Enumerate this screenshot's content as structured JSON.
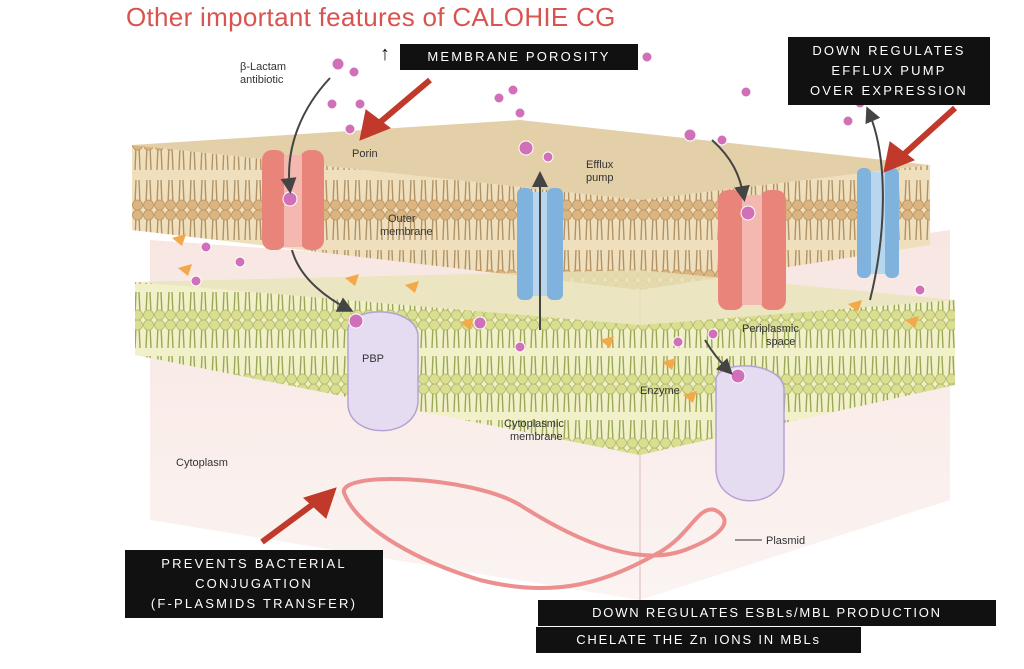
{
  "title": "Other important features of CALOHIE CG",
  "labels": {
    "beta_lactam_1": "β-Lactam",
    "beta_lactam_2": "antibiotic",
    "porin": "Porin",
    "efflux_1": "Efflux",
    "efflux_2": "pump",
    "outer_1": "Outer",
    "outer_2": "membrane",
    "pbp": "PBP",
    "periplasmic_1": "Periplasmic",
    "periplasmic_2": "space",
    "enzyme": "Enzyme",
    "cytoplasmic_1": "Cytoplasmic",
    "cytoplasmic_2": "membrane",
    "cytoplasm": "Cytoplasm",
    "plasmid": "Plasmid"
  },
  "callouts": {
    "membrane_porosity": {
      "arrow": "↑",
      "text": "MEMBRANE POROSITY"
    },
    "efflux": [
      "DOWN REGULATES",
      "EFFLUX PUMP",
      "OVER EXPRESSION"
    ],
    "conjugation": [
      "PREVENTS BACTERIAL",
      "CONJUGATION",
      "(F-PLASMIDS TRANSFER)"
    ],
    "esbl": "DOWN REGULATES ESBLs/MBL PRODUCTION",
    "chelate": "CHELATE THE Zn IONS IN MBLs"
  },
  "colors": {
    "title": "#d9534f",
    "callout_bg": "#111111",
    "red_arrow": "#c0392b",
    "porin": "#e8847a",
    "efflux_pump": "#7fb2dc",
    "pbp": "#d8c8ea",
    "antibiotic": "#d070b8"
  }
}
